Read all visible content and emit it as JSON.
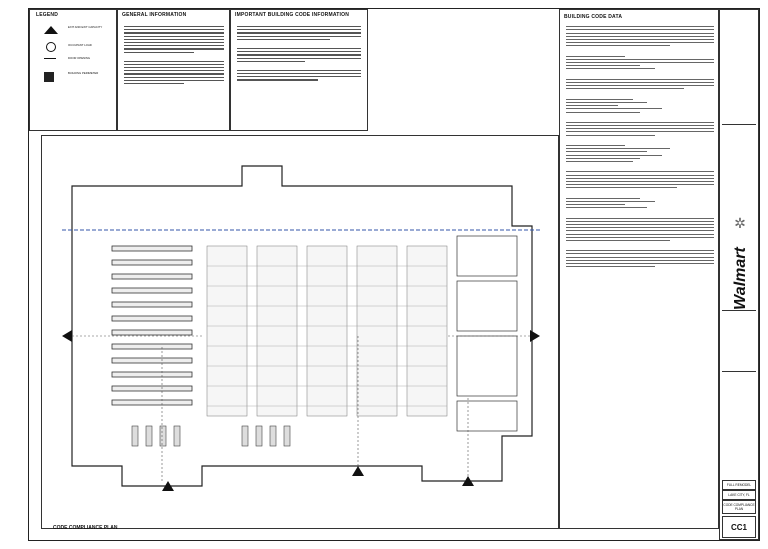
{
  "legend": {
    "title": "LEGEND",
    "items": [
      {
        "label": "EXIT AND EXIT CAPACITY"
      },
      {
        "label": "OCCUPANT LOAD"
      },
      {
        "label": "DOOR OPENING"
      },
      {
        "label": "BUILDING PERIMETER"
      }
    ]
  },
  "general_information": {
    "title": "GENERAL INFORMATION"
  },
  "important_info": {
    "title": "IMPORTANT BUILDING CODE INFORMATION"
  },
  "building_code_data": {
    "title": "BUILDING CODE DATA"
  },
  "plan": {
    "title": "CODE COMPLIANCE PLAN"
  },
  "title_block": {
    "brand": "Walmart",
    "full_remodel": "FULL REMODEL",
    "location": "LAKE CITY, FL",
    "sheet_title": "CODE COMPLIANCE PLAN",
    "sheet_number": "CC1"
  }
}
